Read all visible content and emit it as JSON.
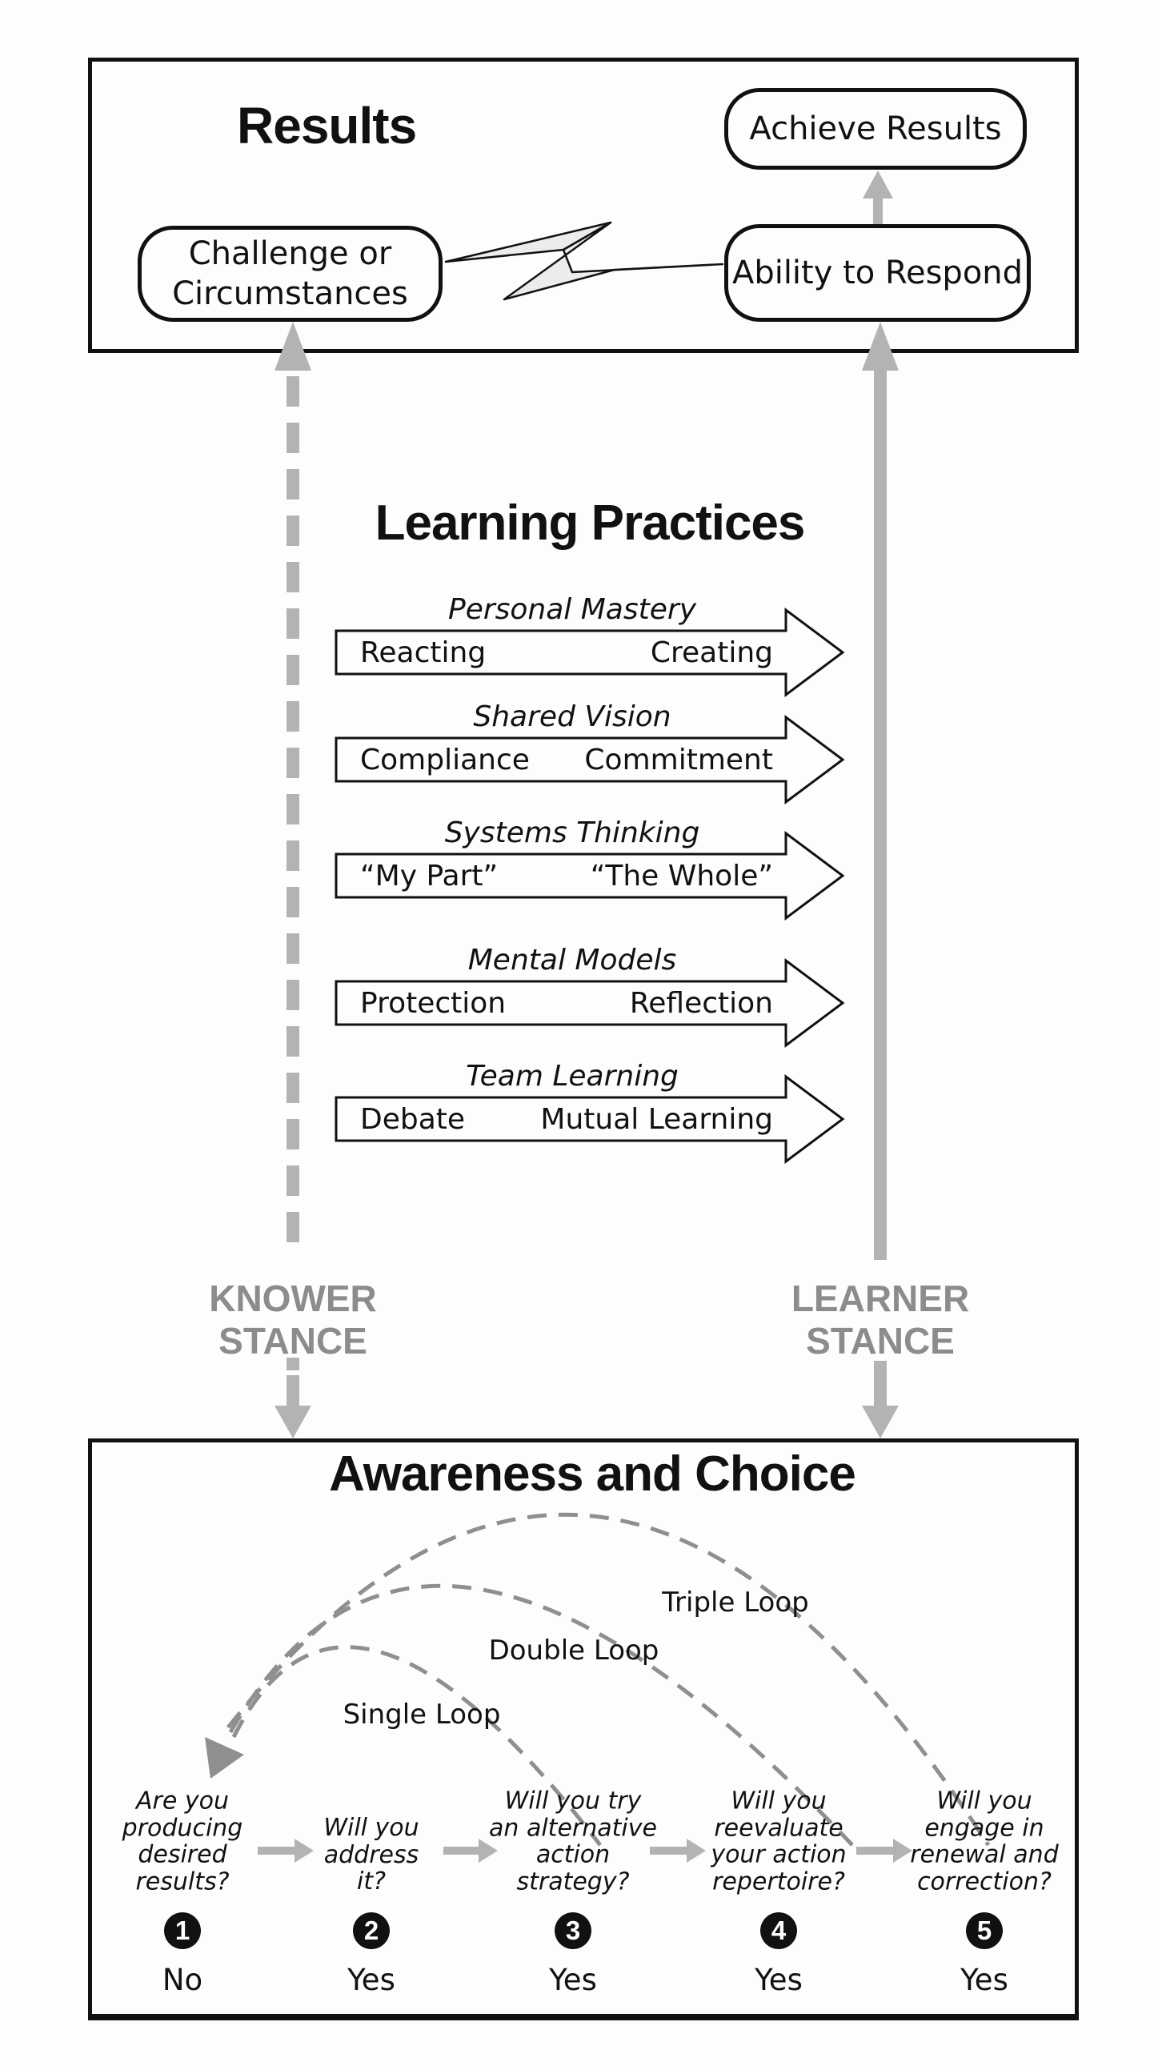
{
  "colors": {
    "ink": "#111111",
    "gray_arrow": "#b3b3b3",
    "gray_arc": "#8f8f8f",
    "stance_text": "#8c8c8c",
    "bolt_fill": "#ececec",
    "paper": "#fdfdfe"
  },
  "results": {
    "title": "Results",
    "achieve": "Achieve Results",
    "challenge": "Challenge or\nCircumstances",
    "ability": "Ability to Respond"
  },
  "learning": {
    "title": "Learning Practices",
    "arrows": [
      {
        "label": "Personal Mastery",
        "left": "Reacting",
        "right": "Creating"
      },
      {
        "label": "Shared Vision",
        "left": "Compliance",
        "right": "Commitment"
      },
      {
        "label": "Systems Thinking",
        "left": "“My Part”",
        "right": "“The Whole”"
      },
      {
        "label": "Mental Models",
        "left": "Protection",
        "right": "Reflection"
      },
      {
        "label": "Team Learning",
        "left": "Debate",
        "right": "Mutual Learning"
      }
    ]
  },
  "stances": {
    "knower": "KNOWER\nSTANCE",
    "learner": "LEARNER\nSTANCE"
  },
  "awareness": {
    "title": "Awareness and Choice",
    "loops": [
      {
        "label": "Single Loop"
      },
      {
        "label": "Double Loop"
      },
      {
        "label": "Triple Loop"
      }
    ],
    "steps": [
      {
        "question": "Are you\nproducing\ndesired\nresults?",
        "number": "1",
        "answer": "No"
      },
      {
        "question": "Will you\naddress\nit?",
        "number": "2",
        "answer": "Yes"
      },
      {
        "question": "Will you try\nan alternative\naction\nstrategy?",
        "number": "3",
        "answer": "Yes"
      },
      {
        "question": "Will you\nreevaluate\nyour action\nrepertoire?",
        "number": "4",
        "answer": "Yes"
      },
      {
        "question": "Will you\nengage in\nrenewal and\ncorrection?",
        "number": "5",
        "answer": "Yes"
      }
    ]
  }
}
